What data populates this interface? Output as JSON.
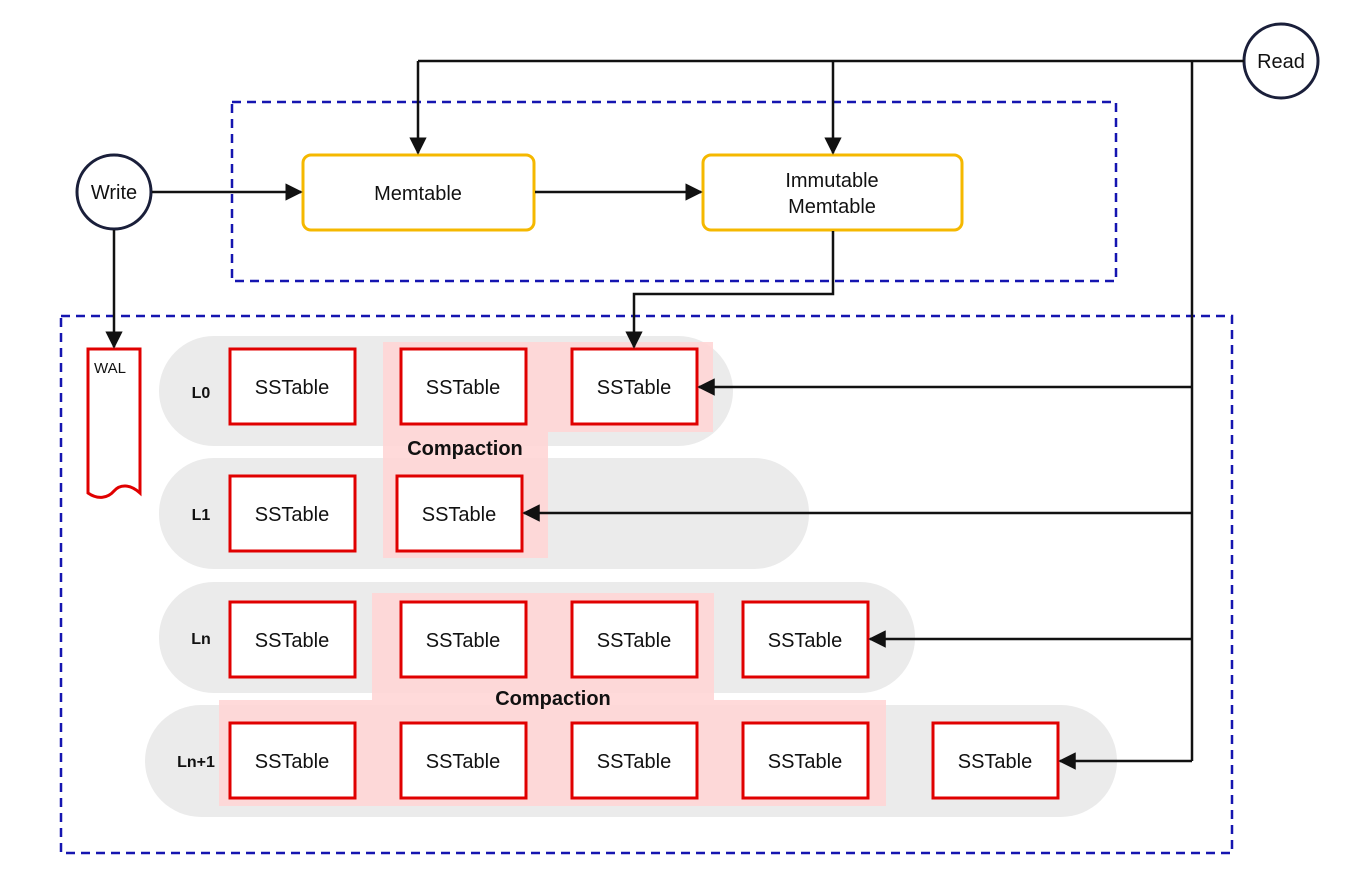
{
  "nodes": {
    "write": "Write",
    "read": "Read",
    "memtable": "Memtable",
    "immutable_line1": "Immutable",
    "immutable_line2": "Memtable",
    "wal": "WAL"
  },
  "levels": [
    {
      "label": "L0",
      "sstables": [
        "SSTable",
        "SSTable",
        "SSTable"
      ]
    },
    {
      "label": "L1",
      "sstables": [
        "SSTable",
        "SSTable"
      ]
    },
    {
      "label": "Ln",
      "sstables": [
        "SSTable",
        "SSTable",
        "SSTable",
        "SSTable"
      ]
    },
    {
      "label": "Ln+1",
      "sstables": [
        "SSTable",
        "SSTable",
        "SSTable",
        "SSTable",
        "SSTable"
      ]
    }
  ],
  "compaction_labels": [
    "Compaction",
    "Compaction"
  ],
  "colors": {
    "memory_border": "#f5b800",
    "sstable_border": "#e00000",
    "dashed_region": "#1515b0",
    "level_band": "#ebebeb",
    "compaction_fill": "#ffd6d6",
    "circle_border": "#1a1f3a",
    "arrow": "#111111"
  }
}
